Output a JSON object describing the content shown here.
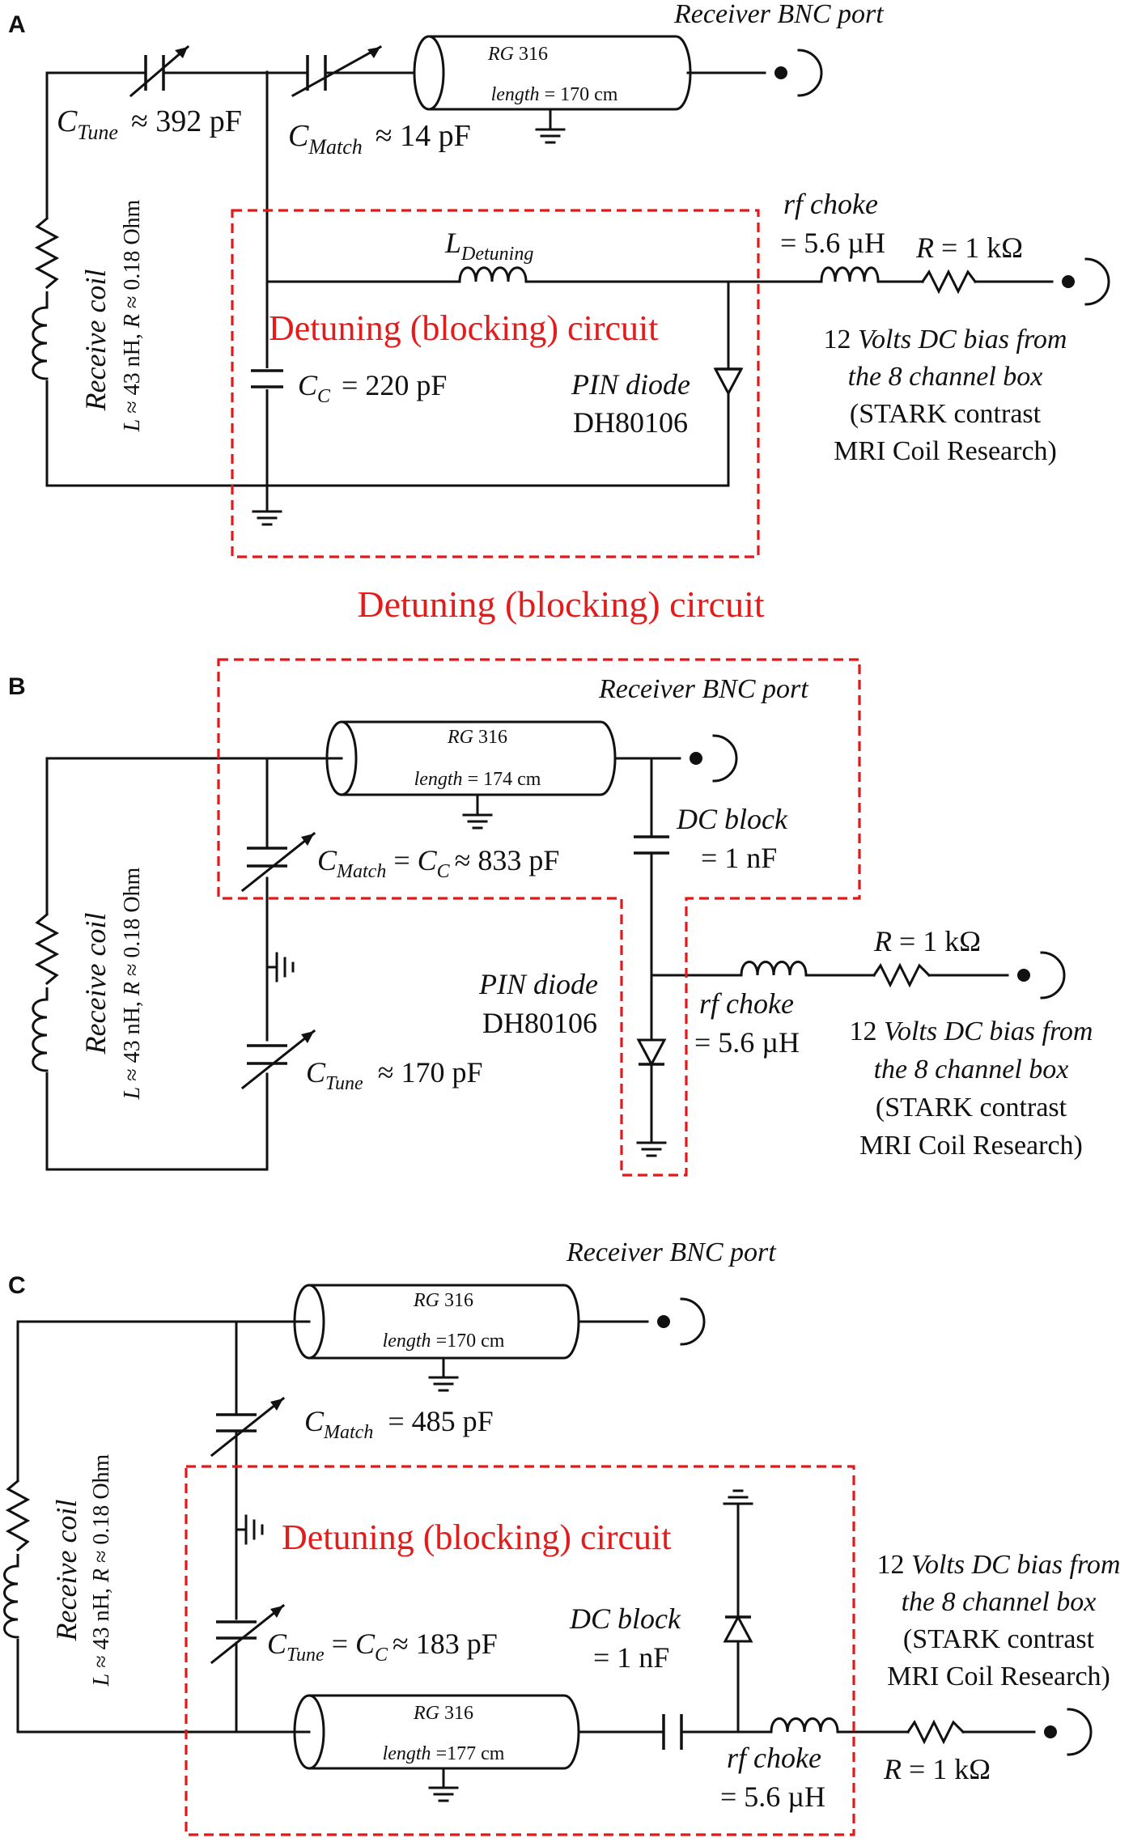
{
  "panels": [
    {
      "letter": "A",
      "bnc_label": "Receiver BNC port",
      "cable_name": "RG",
      "cable_num": "316",
      "cable_len_key": "length",
      "cable_len_val": "= 170 cm",
      "ctune_sym": "C",
      "ctune_sub": "Tune",
      "ctune_val": "≈ 392 pF",
      "cmatch_sym": "C",
      "cmatch_sub": "Match",
      "cmatch_val": "≈ 14 pF",
      "coil_label": "Receive coil",
      "coil_params_L": "L",
      "coil_params_mid": " ≈ 43 nH, ",
      "coil_params_R": "R",
      "coil_params_end": " ≈ 0.18 Ohm",
      "ldet_sym": "L",
      "ldet_sub": "Detuning",
      "detuning_label": "Detuning (blocking) circuit",
      "cc_sym": "C",
      "cc_sub": "C",
      "cc_val": "= 220 pF",
      "pin_label": "PIN diode",
      "pin_model": "DH80106",
      "choke_label": "rf choke",
      "choke_val": "= 5.6 µH",
      "res_label_R": "R",
      "res_label_val": " = 1 kΩ",
      "bias_num": "12 ",
      "bias_italic": "Volts DC bias from",
      "bias_line2": "the 8 channel box",
      "bias_line3": "(STARK contrast",
      "bias_line4": "MRI Coil Research)",
      "caption": "Detuning (blocking) circuit"
    },
    {
      "letter": "B",
      "bnc_label": "Receiver BNC port",
      "cable_name": "RG",
      "cable_num": "316",
      "cable_len_key": "length",
      "cable_len_val": "= 174 cm",
      "cmatch_sym": "C",
      "cmatch_sub": "Match",
      "cmatch_eq": " = ",
      "cc_sym": "C",
      "cc_sub": "C",
      "cmatch_val": "≈ 833 pF",
      "dcblock_label": "DC block",
      "dcblock_val": "= 1 nF",
      "res_label_R": "R",
      "res_label_val": " = 1 kΩ",
      "pin_label": "PIN diode",
      "pin_model": "DH80106",
      "choke_label": "rf choke",
      "choke_val": "= 5.6 µH",
      "ctune_sym": "C",
      "ctune_sub": "Tune",
      "ctune_val": "≈ 170 pF",
      "coil_label": "Receive coil",
      "coil_params_L": "L",
      "coil_params_mid": " ≈ 43 nH, ",
      "coil_params_R": "R",
      "coil_params_end": " ≈ 0.18 Ohm",
      "bias_num": "12 ",
      "bias_italic": "Volts DC bias from",
      "bias_line2": "the 8 channel box",
      "bias_line3": "(STARK contrast",
      "bias_line4": "MRI Coil Research)"
    },
    {
      "letter": "C",
      "bnc_label": "Receiver BNC port",
      "cable1_name": "RG",
      "cable1_num": "316",
      "cable1_len_key": "length",
      "cable1_len_val": "=170 cm",
      "cmatch_sym": "C",
      "cmatch_sub": "Match",
      "cmatch_val": "= 485 pF",
      "detuning_label": "Detuning (blocking) circuit",
      "ctune_sym": "C",
      "ctune_sub": "Tune",
      "ctune_eq": " = ",
      "cc_sym": "C",
      "cc_sub": "C",
      "ctune_val": "≈ 183 pF",
      "dcblock_label": "DC block",
      "dcblock_val": "= 1 nF",
      "cable2_name": "RG",
      "cable2_num": "316",
      "cable2_len_key": "length",
      "cable2_len_val": "=177 cm",
      "choke_label": "rf choke",
      "choke_val": "= 5.6 µH",
      "res_label_R": "R",
      "res_label_val": " = 1 kΩ",
      "coil_label": "Receive coil",
      "coil_params_L": "L",
      "coil_params_mid": " ≈ 43 nH, ",
      "coil_params_R": "R",
      "coil_params_end": " ≈ 0.18 Ohm",
      "bias_num": "12 ",
      "bias_italic": "Volts DC bias from",
      "bias_line2": "the 8 channel box",
      "bias_line3": "(STARK contrast",
      "bias_line4": "MRI Coil Research)"
    }
  ]
}
